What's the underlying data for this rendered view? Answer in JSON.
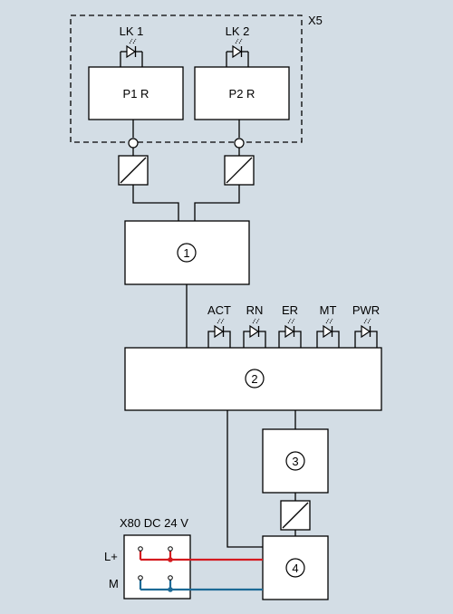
{
  "diagram": {
    "x5_label": "X5",
    "ports": [
      {
        "label": "P1 R",
        "led_label": "LK 1"
      },
      {
        "label": "P2 R",
        "led_label": "LK 2"
      }
    ],
    "block_1_label": "1",
    "block_2_label": "2",
    "block_3_label": "3",
    "block_4_label": "4",
    "status_leds": [
      {
        "label": "ACT"
      },
      {
        "label": "RN"
      },
      {
        "label": "ER"
      },
      {
        "label": "MT"
      },
      {
        "label": "PWR"
      }
    ],
    "power_connector": {
      "title": "X80 DC 24 V",
      "pin_l_plus": "L+",
      "pin_m": "M"
    },
    "colors": {
      "background": "#d3dde5",
      "wire_l_plus": "#d41a1f",
      "wire_m": "#1c6a96"
    }
  }
}
